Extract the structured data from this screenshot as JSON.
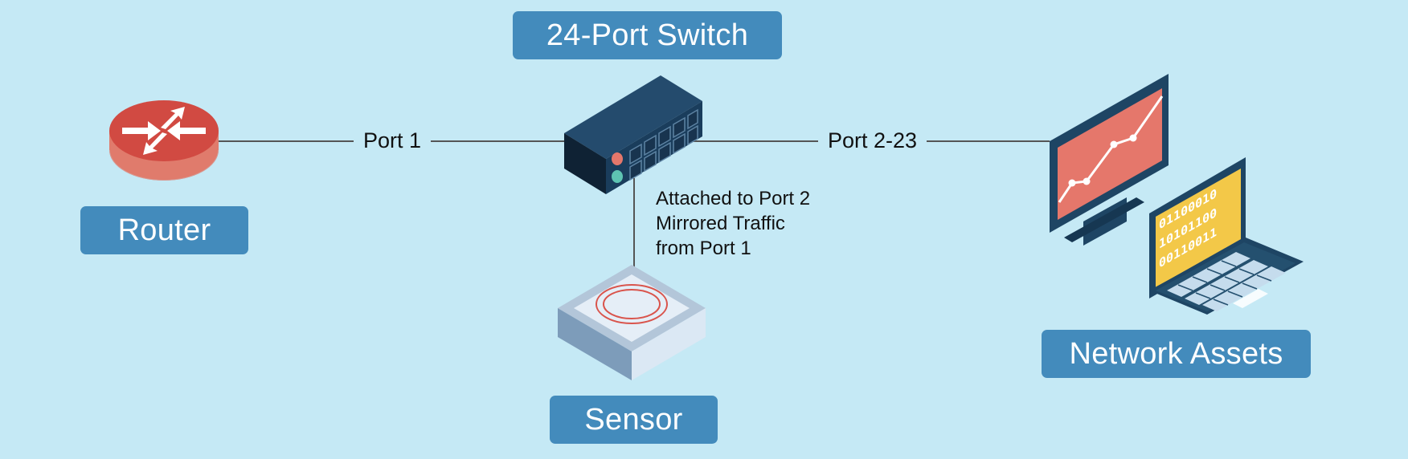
{
  "nodes": {
    "switch": {
      "title": "24-Port Switch"
    },
    "router": {
      "label": "Router"
    },
    "sensor": {
      "label": "Sensor"
    },
    "assets": {
      "label": "Network Assets"
    }
  },
  "links": {
    "router_switch": {
      "label": "Port 1"
    },
    "switch_assets": {
      "label": "Port 2-23"
    },
    "switch_sensor": {
      "note_lines": [
        "Attached to Port 2",
        "Mirrored Traffic",
        "from Port 1"
      ]
    }
  },
  "screen_binary": [
    "01100010",
    "10101100",
    "00110011"
  ],
  "colors": {
    "background": "#c5e9f5",
    "label_fill": "#438bbc",
    "router_red": "#d9544c",
    "switch_navy": "#1d3f5e",
    "monitor_screen": "#e5776b",
    "laptop_screen": "#f3c848",
    "sensor_ring": "#d9544c"
  },
  "icons": [
    "router-icon",
    "switch-icon",
    "sensor-icon",
    "monitor-icon",
    "laptop-icon"
  ]
}
